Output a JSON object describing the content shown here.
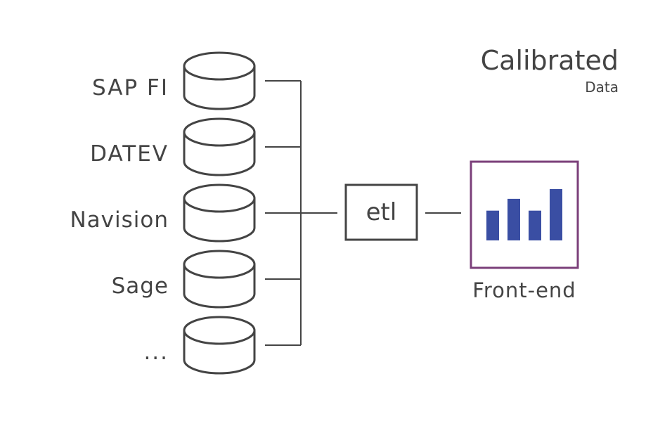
{
  "header": {
    "title": "Calibrated",
    "subtitle": "Data"
  },
  "sources": [
    {
      "label": "SAP FI"
    },
    {
      "label": "DATEV"
    },
    {
      "label": "Navision"
    },
    {
      "label": "Sage"
    },
    {
      "label": "..."
    }
  ],
  "etl": {
    "label": "etl"
  },
  "frontend": {
    "label": "Front-end",
    "bar_levels": [
      0.58,
      0.81,
      0.58,
      1.0
    ]
  },
  "colors": {
    "stroke": "#444444",
    "frame": "#7b3f7a",
    "bars": "#3a4ea3"
  }
}
